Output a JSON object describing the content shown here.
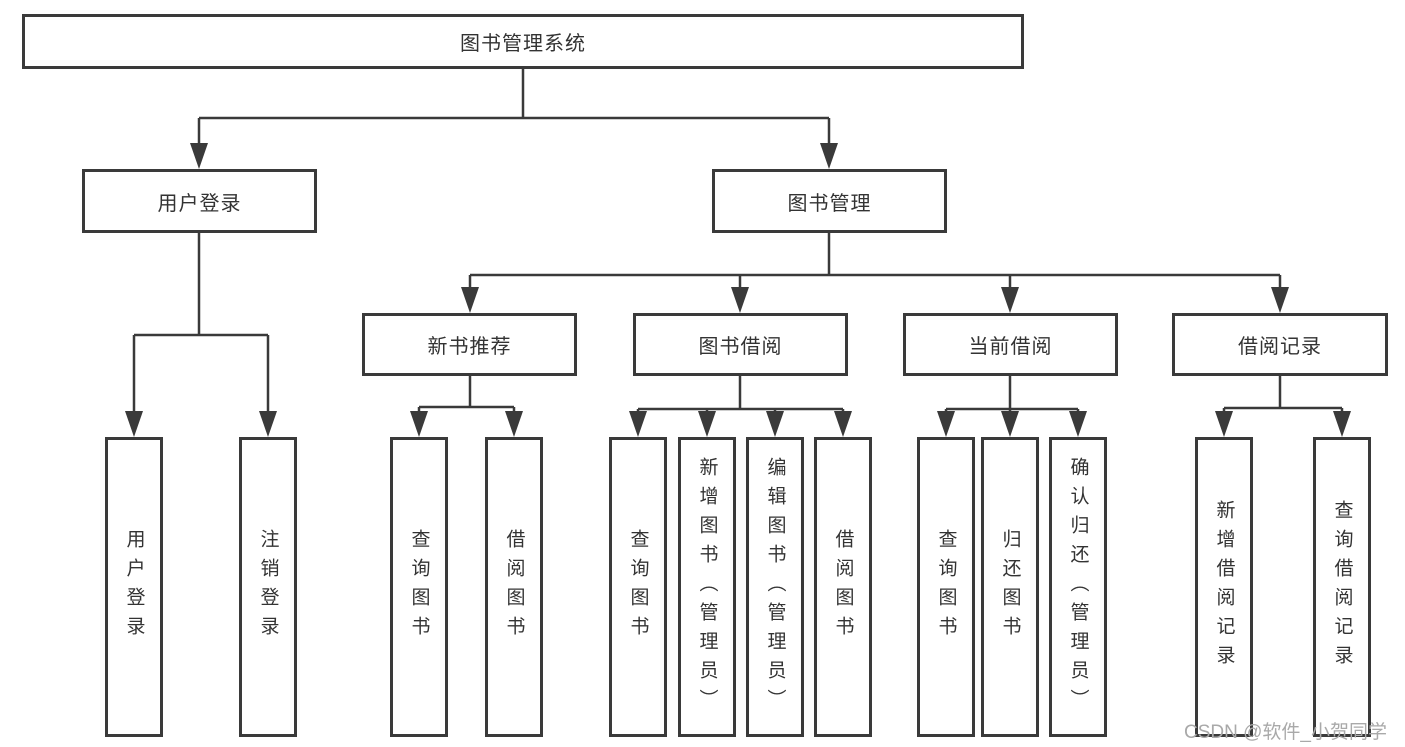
{
  "colors": {
    "line": "#3a3a3a",
    "text": "#333333",
    "bg": "#ffffff",
    "watermark": "#a9a9a9"
  },
  "tree": {
    "label": "图书管理系统",
    "children": [
      {
        "label": "用户登录",
        "children": [
          {
            "label": "用户登录"
          },
          {
            "label": "注销登录"
          }
        ]
      },
      {
        "label": "图书管理",
        "children": [
          {
            "label": "新书推荐",
            "children": [
              {
                "label": "查询图书"
              },
              {
                "label": "借阅图书"
              }
            ]
          },
          {
            "label": "图书借阅",
            "children": [
              {
                "label": "查询图书"
              },
              {
                "label": "新增图书（管理员）"
              },
              {
                "label": "编辑图书（管理员）"
              },
              {
                "label": "借阅图书"
              }
            ]
          },
          {
            "label": "当前借阅",
            "children": [
              {
                "label": "查询图书"
              },
              {
                "label": "归还图书"
              },
              {
                "label": "确认归还（管理员）"
              }
            ]
          },
          {
            "label": "借阅记录",
            "children": [
              {
                "label": "新增借阅记录"
              },
              {
                "label": "查询借阅记录"
              }
            ]
          }
        ]
      }
    ]
  },
  "watermark": {
    "text": "CSDN @软件_小贺同学"
  }
}
